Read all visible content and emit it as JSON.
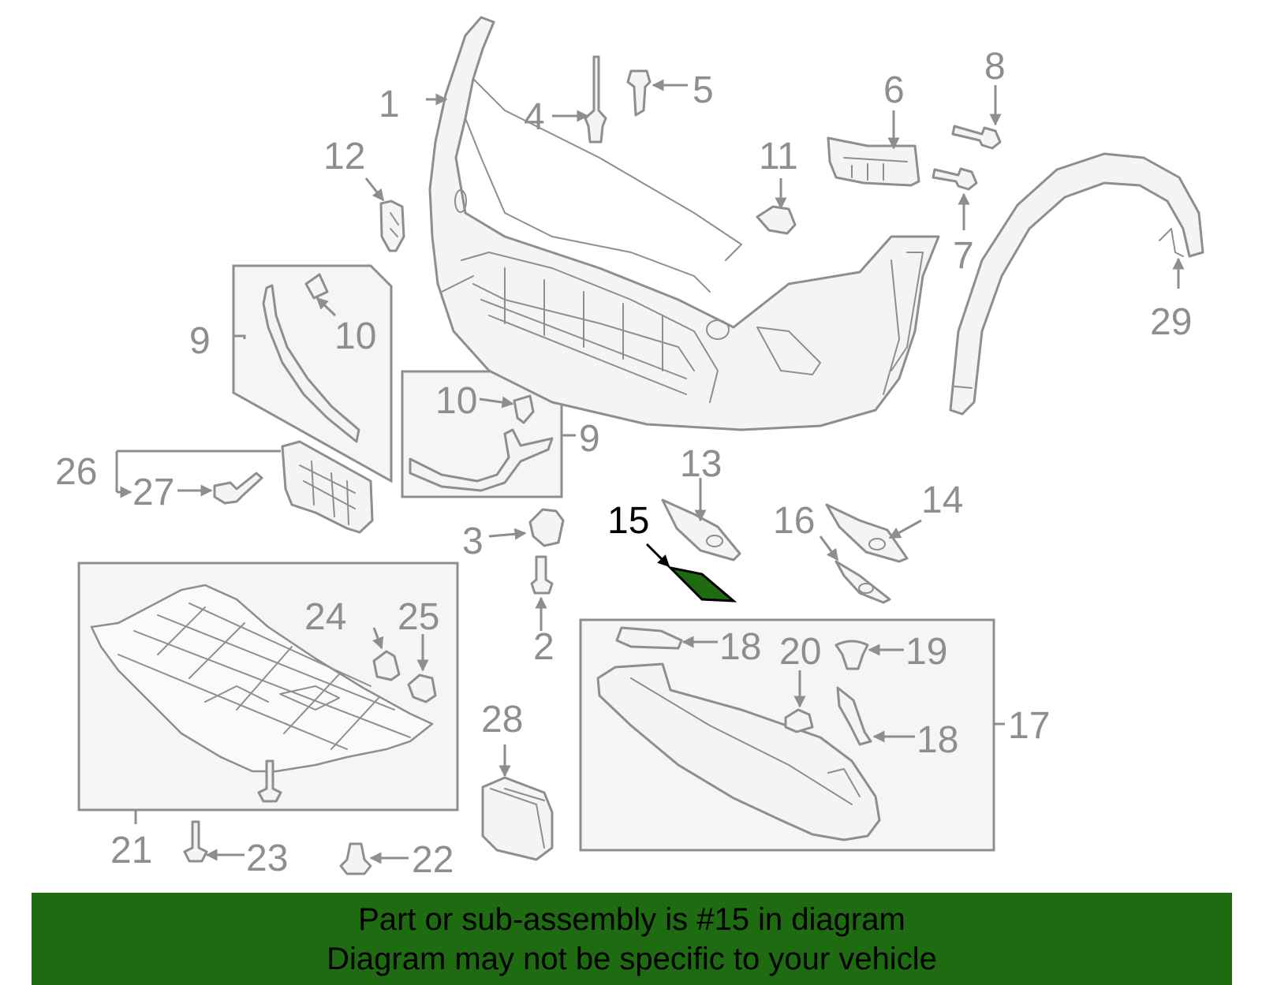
{
  "diagram": {
    "highlighted_callout": "15",
    "highlight_color": "#1e6b12",
    "line_color": "#8e8e8e",
    "callouts": {
      "c1": "1",
      "c2": "2",
      "c3": "3",
      "c4": "4",
      "c5": "5",
      "c6": "6",
      "c7": "7",
      "c8": "8",
      "c9a": "9",
      "c9b": "9",
      "c10a": "10",
      "c10b": "10",
      "c11": "11",
      "c12": "12",
      "c13": "13",
      "c14": "14",
      "c15": "15",
      "c16": "16",
      "c17": "17",
      "c18a": "18",
      "c18b": "18",
      "c19": "19",
      "c20": "20",
      "c21": "21",
      "c22": "22",
      "c23": "23",
      "c24": "24",
      "c25": "25",
      "c26": "26",
      "c27": "27",
      "c28": "28",
      "c29": "29"
    }
  },
  "banner": {
    "line1": "Part or sub-assembly is #15 in diagram",
    "line2": "Diagram may not be specific to your vehicle",
    "background": "#1e6b12"
  }
}
